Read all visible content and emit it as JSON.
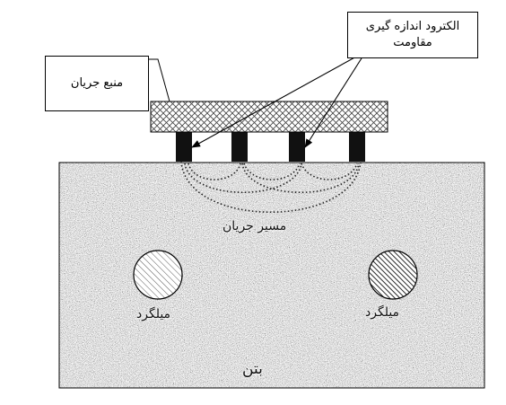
{
  "labels": {
    "current_source": "منبع جریان",
    "electrode_line1": "الکترود اندازه گیری",
    "electrode_line2": "مقاومت",
    "current_path": "مسیر جریان",
    "rebar_left": "میلگرد",
    "rebar_right": "میلگرد",
    "concrete": "بتن"
  },
  "colors": {
    "concrete_base": "#b8b8b8",
    "electrode": "#111111",
    "outline": "#000000"
  }
}
